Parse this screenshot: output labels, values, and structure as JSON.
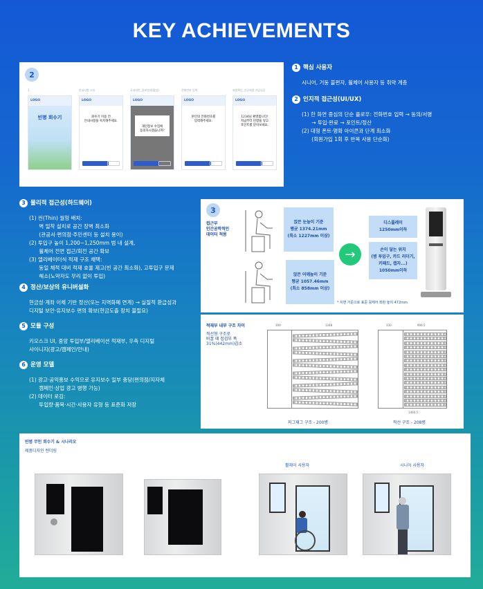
{
  "title": "KEY ACHIEVEMENTS",
  "ui_panel": {
    "badge": "2",
    "screens": [
      {
        "label": "1",
        "header": "LOGO",
        "text": "빈병 회수기"
      },
      {
        "label": "안내사항 고지",
        "header": "LOGO",
        "text": "회수기 이용 전\n안내사항을 숙지해주세요."
      },
      {
        "label": "국내대면_정보안내(팝업)",
        "header": "LOGO",
        "text": "개인정보 수집에\n동의하시겠습니까?"
      },
      {
        "label": "전화번호 입력",
        "header": "LOGO",
        "text": "본인의 전화번호를\n입력해주세요."
      },
      {
        "label": "회원확인_신규회원 가입성공",
        "header": "LOGO",
        "text": "1234님 환영합니다!\n지금부터 빈병을 넣고\n포인트를 받아보세요."
      }
    ]
  },
  "sections": [
    {
      "num": "1",
      "title": "핵심 사용자",
      "body": "시니어, 거동 불편자, 휠체어 사용자 등 취약 계층"
    },
    {
      "num": "2",
      "title": "인지적 접근성(UI/UX)",
      "body": "(1) 한 화면 중심의 단순 플로우: 전화번호 입력 → 동의/서명\n      → 투입·완료 → 포인트/정산\n(2) 대형 폰트·명확 아이콘과 단계 최소화\n      (회원가입 1회 후 반복 사용 단순화)"
    },
    {
      "num": "3",
      "title": "물리적 접근성(하드웨어)",
      "body": "(1) 씬(Thin) 월형 배치:\n      벽 밀착 설치로 공간 장벽 최소화\n      (관공서·편의점·주민센터 등 설치 용이)\n(2) 투입구 높이 1,200~1,250mm 범 내 설계,\n      휠체어 전면 접근/회전 공간 확보\n(3) 엘리베이터식 적재 구조 채택:\n      동일 체적 대비 적재 효율 제고(빈 공간 최소화), 고투입구 문제\n      해소(노약자도 무리 없이 투입)"
    },
    {
      "num": "4",
      "title": "정산/보상의 유니버설화",
      "body": "현금성·계좌 이체 기반 정산(또는 지역화폐 연계) → 실질적 환급성과\n디지털 보안·유지보수 편의 확보(현금도출 장치 불필요)"
    },
    {
      "num": "5",
      "title": "모듈 구성",
      "body": "키오스크 UI, 중앙 투입부/엘리베이션 적재부, 우측 디지털\n사이니지(광고/캠페인/안내)"
    },
    {
      "num": "6",
      "title": "운영 모델",
      "body": "(1) 광고·공익홍보 수익으로 유지보수 일부 충당(편의점/지자체\n      캠페인·상업 광고 병행 가능)\n(2) 데이터 로깅:\n      투입량·품목·시간·사용자 유형 등 표준화 저장"
    }
  ],
  "ergonomics": {
    "badge": "3",
    "label": "접근부\n인간공학적인\n데이터 적용",
    "box1": "앉은 눈높이 기준\n평균 1374.21mm\n(최소 1227mm 이상)",
    "box2": "앉은 어깨높이 기준\n평균 1057.46mm\n(최소 858mm 이상)",
    "display": "디스플레이\n1250mm이하",
    "reach": "손이 닿는 위치\n(병 투입구, 카드 리더기,\n키패드, 캡자...)\n1050mm이하",
    "note": "* 지면 기준으로 표준 휠체어 좌판 높이 472mm"
  },
  "structure": {
    "title": "적재부 내부 구조 차이",
    "desc": "직선형 구조로\n바꿀 때 접검부 폭\n31%(442mm)감소",
    "left_caption": "지그재그 구조 - 200병",
    "right_caption": "직선 구조 - 208병",
    "dims_left": [
      "300",
      "1348"
    ],
    "dims_right": [
      "330",
      "906.5",
      "1460.5"
    ]
  },
  "rendering": {
    "title": "빈병 무인 회수기 & 시나리오",
    "subtitle": "제품디자인 렌더링",
    "user1": "휠체어 사용자",
    "user2": "시니어 사용자"
  },
  "colors": {
    "bg_top": "#1458d6",
    "bg_bottom": "#20ad98",
    "accent": "#1c56c8",
    "arrow": "#22c97a"
  }
}
